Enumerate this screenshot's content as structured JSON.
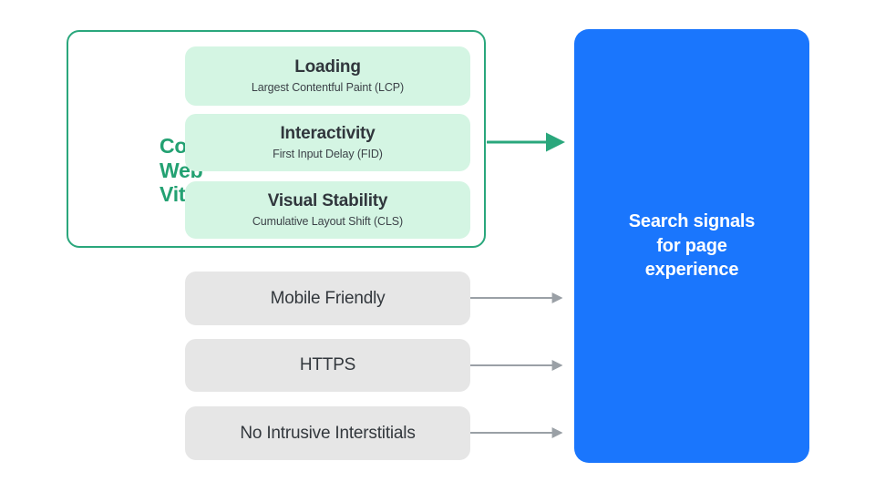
{
  "diagram": {
    "title": "Search signals for page experience",
    "background": "#FFFFFF",
    "colors": {
      "green_accent": "#23A172",
      "green_border": "#2AA77C",
      "green_card_fill": "#D4F5E3",
      "grey_card_fill": "#E6E6E6",
      "blue_panel": "#1A76FD",
      "arrow_grey": "#9AA0A6",
      "text_dark": "#30363C",
      "text_white": "#FFFFFF"
    }
  },
  "core_web_vitals": {
    "group_label": "Core\nWeb\nVitals",
    "group_label_lines": [
      "Core",
      "Web",
      "Vitals"
    ],
    "metrics": [
      {
        "title": "Loading",
        "subtitle": "Largest Contentful Paint (LCP)",
        "abbreviation": "LCP"
      },
      {
        "title": "Interactivity",
        "subtitle": "First Input Delay (FID)",
        "abbreviation": "FID"
      },
      {
        "title": "Visual Stability",
        "subtitle": "Cumulative Layout Shift (CLS)",
        "abbreviation": "CLS"
      }
    ]
  },
  "other_signals": [
    {
      "label": "Mobile Friendly"
    },
    {
      "label": "HTTPS"
    },
    {
      "label": "No Intrusive Interstitials"
    }
  ],
  "destination": {
    "label": "Search signals\nfor page\nexperience",
    "label_lines": [
      "Search signals",
      "for page",
      "experience"
    ]
  },
  "connectors": [
    {
      "name": "core-web-vitals-arrow",
      "color": "#2AA77C",
      "from": "core-web-vitals-group",
      "to": "destination-panel"
    },
    {
      "name": "mobile-friendly-arrow",
      "color": "#9AA0A6",
      "from": "signal-mobile-friendly",
      "to": "destination-panel"
    },
    {
      "name": "https-arrow",
      "color": "#9AA0A6",
      "from": "signal-https",
      "to": "destination-panel"
    },
    {
      "name": "no-intrusive-interstitials-arrow",
      "color": "#9AA0A6",
      "from": "signal-no-intrusive-interstitials",
      "to": "destination-panel"
    }
  ]
}
